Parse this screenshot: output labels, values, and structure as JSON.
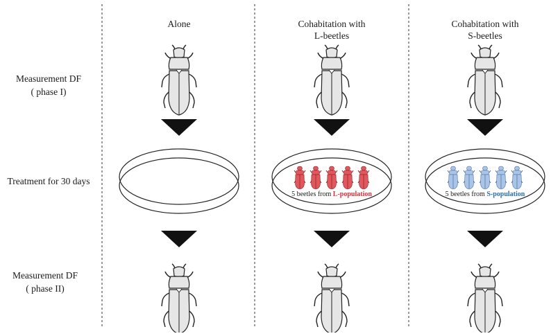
{
  "row_labels": {
    "measure1_line1": "Measurement DF",
    "measure1_line2": "( phase I)",
    "treatment": "Treatment for 30 days",
    "measure2_line1": "Measurement DF",
    "measure2_line2": "( phase II)"
  },
  "columns": [
    {
      "title_line1": "Alone",
      "title_line2": ""
    },
    {
      "title_line1": "Cohabitation with",
      "title_line2": "L-beetles",
      "caption_prefix": "5 beetles from ",
      "caption_pop": "L-population",
      "group_count": 5
    },
    {
      "title_line1": "Cohabitation with",
      "title_line2": "S-beetles",
      "caption_prefix": "5 beetles from ",
      "caption_pop": "S-population",
      "group_count": 5
    }
  ],
  "colors": {
    "l_population": "#d6323c",
    "l_beetle_fill": "#e0575d",
    "s_population": "#2a6fa8",
    "s_beetle_fill": "#a9c4e6",
    "focal_beetle_fill": "#e6e6e6"
  }
}
